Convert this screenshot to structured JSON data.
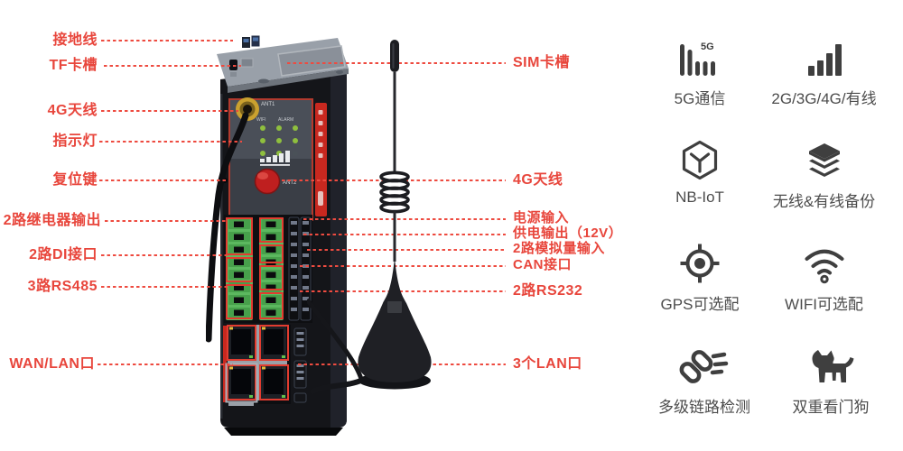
{
  "figure": {
    "left_callouts": [
      {
        "label": "接地线"
      },
      {
        "label": "TF卡槽"
      },
      {
        "label": "4G天线"
      },
      {
        "label": "指示灯"
      },
      {
        "label": "复位键"
      },
      {
        "label": "2路继电器输出"
      },
      {
        "label": "2路DI接口"
      },
      {
        "label": "3路RS485"
      },
      {
        "label": "WAN/LAN口"
      }
    ],
    "right_callouts": [
      {
        "label": "SIM卡槽"
      },
      {
        "label": "4G天线"
      },
      {
        "label": "电源输入"
      },
      {
        "label": "供电输出（12V）"
      },
      {
        "label": "2路模拟量输入"
      },
      {
        "label": "CAN接口"
      },
      {
        "label": "2路RS232"
      },
      {
        "label": "3个LAN口"
      }
    ],
    "device_markings": {
      "ant1": "ANT1",
      "ant2": "ANT2",
      "led_wifi": "WIFI",
      "led_alarm": "ALARM"
    }
  },
  "features": [
    {
      "icon": "5g-signal-bars-icon",
      "icon_text": "5G",
      "label": "5G通信"
    },
    {
      "icon": "signal-bars-ascending-icon",
      "label": "2G/3G/4G/有线"
    },
    {
      "icon": "nb-iot-hexagon-icon",
      "label": "NB-IoT"
    },
    {
      "icon": "layers-stack-icon",
      "label": "无线&有线备份"
    },
    {
      "icon": "gps-target-icon",
      "label": "GPS可选配"
    },
    {
      "icon": "wifi-icon",
      "label": "WIFI可选配"
    },
    {
      "icon": "chain-link-icon",
      "label": "多级链路检测"
    },
    {
      "icon": "watchdog-dog-icon",
      "label": "双重看门狗"
    }
  ],
  "colors": {
    "callout_text_red": "#e8463c",
    "leader_line_red": "#ee4b40",
    "feature_icon_dark": "#3f3f3f",
    "feature_label_gray": "#4c4c4c",
    "device_body_black": "#141519",
    "terminal_block_green": "#5cb85f",
    "highlight_box_red": "#e23c30",
    "brand_strip_red": "#c8281f",
    "sma_connector_gold": "#caa12f"
  }
}
